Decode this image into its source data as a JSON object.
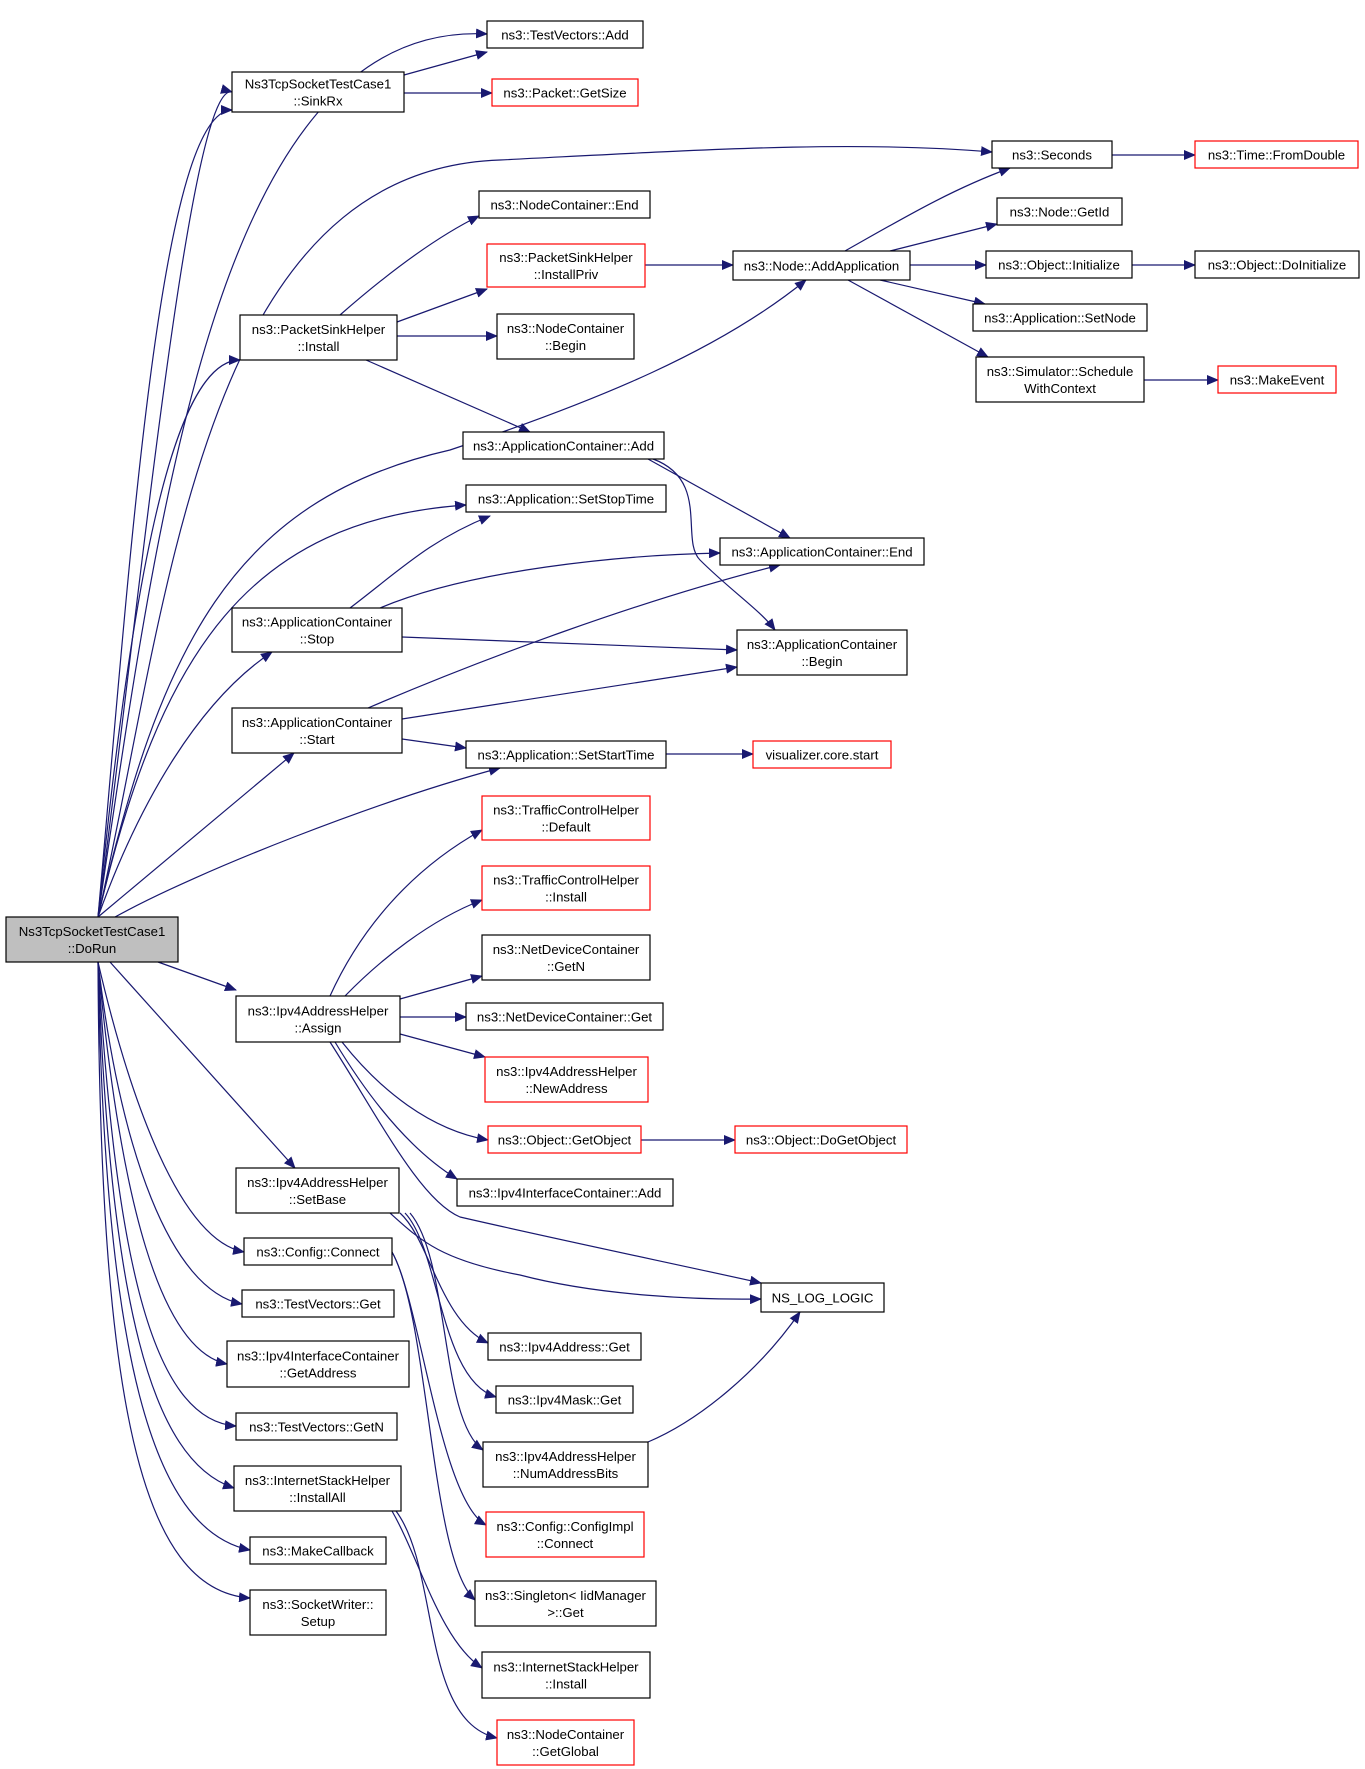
{
  "graph": {
    "colors": {
      "edge": "#191970",
      "normal_border": "#000000",
      "truncated_border": "#ff0000",
      "root_fill": "#bfbfbf",
      "node_fill": "#ffffff"
    },
    "nodes": [
      {
        "id": "dorun",
        "lines": [
          "Ns3TcpSocketTestCase1",
          "::DoRun"
        ],
        "kind": "root"
      },
      {
        "id": "testvectors-add",
        "lines": [
          "ns3::TestVectors::Add"
        ],
        "kind": "normal"
      },
      {
        "id": "sinkrx",
        "lines": [
          "Ns3TcpSocketTestCase1",
          "::SinkRx"
        ],
        "kind": "normal"
      },
      {
        "id": "packet-getsize",
        "lines": [
          "ns3::Packet::GetSize"
        ],
        "kind": "truncated"
      },
      {
        "id": "seconds",
        "lines": [
          "ns3::Seconds"
        ],
        "kind": "normal"
      },
      {
        "id": "time-fromdouble",
        "lines": [
          "ns3::Time::FromDouble"
        ],
        "kind": "truncated"
      },
      {
        "id": "nodecontainer-end",
        "lines": [
          "ns3::NodeContainer::End"
        ],
        "kind": "normal"
      },
      {
        "id": "node-getid",
        "lines": [
          "ns3::Node::GetId"
        ],
        "kind": "normal"
      },
      {
        "id": "packetsinkhelper-installpriv",
        "lines": [
          "ns3::PacketSinkHelper",
          "::InstallPriv"
        ],
        "kind": "truncated"
      },
      {
        "id": "node-addapplication",
        "lines": [
          "ns3::Node::AddApplication"
        ],
        "kind": "normal"
      },
      {
        "id": "object-initialize",
        "lines": [
          "ns3::Object::Initialize"
        ],
        "kind": "normal"
      },
      {
        "id": "object-doinitialize",
        "lines": [
          "ns3::Object::DoInitialize"
        ],
        "kind": "normal"
      },
      {
        "id": "packetsinkhelper-install",
        "lines": [
          "ns3::PacketSinkHelper",
          "::Install"
        ],
        "kind": "normal"
      },
      {
        "id": "nodecontainer-begin",
        "lines": [
          "ns3::NodeContainer",
          "::Begin"
        ],
        "kind": "normal"
      },
      {
        "id": "application-setnode",
        "lines": [
          "ns3::Application::SetNode"
        ],
        "kind": "normal"
      },
      {
        "id": "simulator-schedulewithcontext",
        "lines": [
          "ns3::Simulator::Schedule",
          "WithContext"
        ],
        "kind": "normal"
      },
      {
        "id": "makeevent",
        "lines": [
          "ns3::MakeEvent"
        ],
        "kind": "truncated"
      },
      {
        "id": "applicationcontainer-add",
        "lines": [
          "ns3::ApplicationContainer::Add"
        ],
        "kind": "normal"
      },
      {
        "id": "application-setstoptime",
        "lines": [
          "ns3::Application::SetStopTime"
        ],
        "kind": "normal"
      },
      {
        "id": "applicationcontainer-end",
        "lines": [
          "ns3::ApplicationContainer::End"
        ],
        "kind": "normal"
      },
      {
        "id": "applicationcontainer-stop",
        "lines": [
          "ns3::ApplicationContainer",
          "::Stop"
        ],
        "kind": "normal"
      },
      {
        "id": "applicationcontainer-begin",
        "lines": [
          "ns3::ApplicationContainer",
          "::Begin"
        ],
        "kind": "normal"
      },
      {
        "id": "applicationcontainer-start",
        "lines": [
          "ns3::ApplicationContainer",
          "::Start"
        ],
        "kind": "normal"
      },
      {
        "id": "application-setstarttime",
        "lines": [
          "ns3::Application::SetStartTime"
        ],
        "kind": "normal"
      },
      {
        "id": "visualizer-core-start",
        "lines": [
          "visualizer.core.start"
        ],
        "kind": "truncated"
      },
      {
        "id": "trafficcontrolhelper-default",
        "lines": [
          "ns3::TrafficControlHelper",
          "::Default"
        ],
        "kind": "truncated"
      },
      {
        "id": "trafficcontrolhelper-install",
        "lines": [
          "ns3::TrafficControlHelper",
          "::Install"
        ],
        "kind": "truncated"
      },
      {
        "id": "netdevicecontainer-getn",
        "lines": [
          "ns3::NetDeviceContainer",
          "::GetN"
        ],
        "kind": "normal"
      },
      {
        "id": "ipv4addresshelper-assign",
        "lines": [
          "ns3::Ipv4AddressHelper",
          "::Assign"
        ],
        "kind": "normal"
      },
      {
        "id": "netdevicecontainer-get",
        "lines": [
          "ns3::NetDeviceContainer::Get"
        ],
        "kind": "normal"
      },
      {
        "id": "ipv4addresshelper-newaddress",
        "lines": [
          "ns3::Ipv4AddressHelper",
          "::NewAddress"
        ],
        "kind": "truncated"
      },
      {
        "id": "object-getobject",
        "lines": [
          "ns3::Object::GetObject"
        ],
        "kind": "truncated"
      },
      {
        "id": "object-dogetobject",
        "lines": [
          "ns3::Object::DoGetObject"
        ],
        "kind": "truncated"
      },
      {
        "id": "ipv4addresshelper-setbase",
        "lines": [
          "ns3::Ipv4AddressHelper",
          "::SetBase"
        ],
        "kind": "normal"
      },
      {
        "id": "ipv4interfacecontainer-add",
        "lines": [
          "ns3::Ipv4InterfaceContainer::Add"
        ],
        "kind": "normal"
      },
      {
        "id": "config-connect",
        "lines": [
          "ns3::Config::Connect"
        ],
        "kind": "normal"
      },
      {
        "id": "ns-log-logic",
        "lines": [
          "NS_LOG_LOGIC"
        ],
        "kind": "normal"
      },
      {
        "id": "testvectors-get",
        "lines": [
          "ns3::TestVectors::Get"
        ],
        "kind": "normal"
      },
      {
        "id": "ipv4address-get",
        "lines": [
          "ns3::Ipv4Address::Get"
        ],
        "kind": "normal"
      },
      {
        "id": "ipv4interfacecontainer-getaddress",
        "lines": [
          "ns3::Ipv4InterfaceContainer",
          "::GetAddress"
        ],
        "kind": "normal"
      },
      {
        "id": "ipv4mask-get",
        "lines": [
          "ns3::Ipv4Mask::Get"
        ],
        "kind": "normal"
      },
      {
        "id": "testvectors-getn",
        "lines": [
          "ns3::TestVectors::GetN"
        ],
        "kind": "normal"
      },
      {
        "id": "ipv4addresshelper-numaddressbits",
        "lines": [
          "ns3::Ipv4AddressHelper",
          "::NumAddressBits"
        ],
        "kind": "normal"
      },
      {
        "id": "internetstackhelper-installall",
        "lines": [
          "ns3::InternetStackHelper",
          "::InstallAll"
        ],
        "kind": "normal"
      },
      {
        "id": "configimpl-connect",
        "lines": [
          "ns3::Config::ConfigImpl",
          "::Connect"
        ],
        "kind": "truncated"
      },
      {
        "id": "makecallback",
        "lines": [
          "ns3::MakeCallback"
        ],
        "kind": "normal"
      },
      {
        "id": "singleton-iidmanager-get",
        "lines": [
          "ns3::Singleton< IidManager",
          ">::Get"
        ],
        "kind": "normal"
      },
      {
        "id": "socketwriter-setup",
        "lines": [
          "ns3::SocketWriter::",
          "Setup"
        ],
        "kind": "normal"
      },
      {
        "id": "internetstackhelper-install",
        "lines": [
          "ns3::InternetStackHelper",
          "::Install"
        ],
        "kind": "normal"
      },
      {
        "id": "nodecontainer-getglobal",
        "lines": [
          "ns3::NodeContainer",
          "::GetGlobal"
        ],
        "kind": "truncated"
      }
    ]
  }
}
